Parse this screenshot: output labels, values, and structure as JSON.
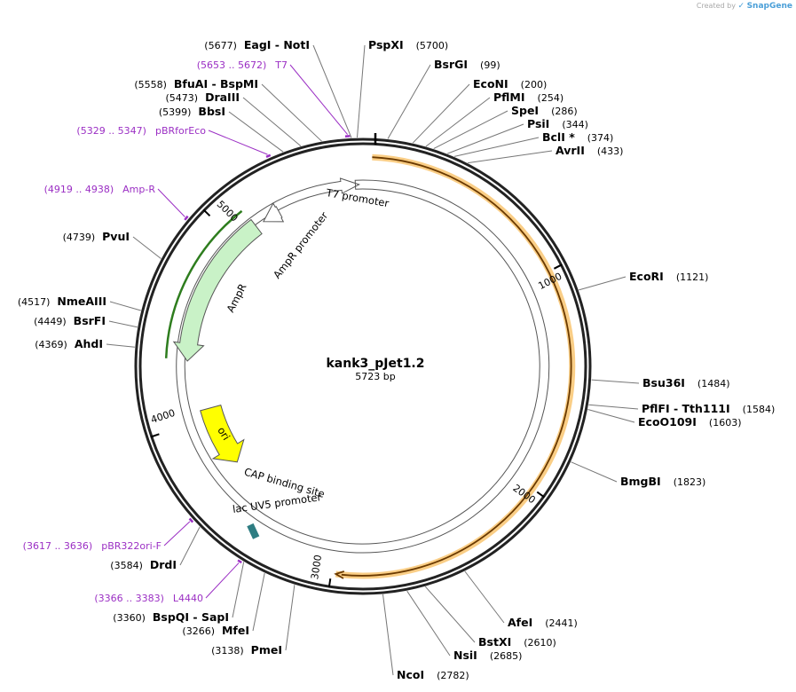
{
  "branding": {
    "prefix": "Created by",
    "name": "SnapGene"
  },
  "plasmid": {
    "name": "kank3_pJet1.2",
    "length_label": "5723 bp",
    "length": 5723
  },
  "colors": {
    "backbone": "#222222",
    "orange_feature": "#f5a623",
    "primer": "#9b2fc4",
    "ampr": "#c9f2c7",
    "ori": "#ffff00",
    "promoter": "#ffffff",
    "lac": "#2e7d82"
  },
  "ticks": [
    {
      "label": "1000",
      "pos": 1000
    },
    {
      "label": "2000",
      "pos": 2000
    },
    {
      "label": "3000",
      "pos": 3000
    },
    {
      "label": "4000",
      "pos": 4000
    },
    {
      "label": "5000",
      "pos": 5000
    }
  ],
  "enzymes": [
    {
      "pos": 5677,
      "name": "EagI",
      "name2": "NotI",
      "pos_label": "(5677)"
    },
    {
      "pos": 5700,
      "name": "PspXI",
      "pos_label": "(5700)"
    },
    {
      "pos": 99,
      "name": "BsrGI",
      "pos_label": "(99)"
    },
    {
      "pos": 200,
      "name": "EcoNI",
      "pos_label": "(200)"
    },
    {
      "pos": 254,
      "name": "PflMI",
      "pos_label": "(254)"
    },
    {
      "pos": 286,
      "name": "SpeI",
      "pos_label": "(286)"
    },
    {
      "pos": 344,
      "name": "PsiI",
      "pos_label": "(344)"
    },
    {
      "pos": 374,
      "name": "BclI *",
      "pos_label": "(374)"
    },
    {
      "pos": 433,
      "name": "AvrII",
      "pos_label": "(433)"
    },
    {
      "pos": 1121,
      "name": "EcoRI",
      "pos_label": "(1121)"
    },
    {
      "pos": 1484,
      "name": "Bsu36I",
      "pos_label": "(1484)"
    },
    {
      "pos": 1584,
      "name": "PflFI",
      "name2": "Tth111I",
      "pos_label": "(1584)"
    },
    {
      "pos": 1603,
      "name": "EcoO109I",
      "pos_label": "(1603)"
    },
    {
      "pos": 1823,
      "name": "BmgBI",
      "pos_label": "(1823)"
    },
    {
      "pos": 2441,
      "name": "AfeI",
      "pos_label": "(2441)"
    },
    {
      "pos": 2610,
      "name": "BstXI",
      "pos_label": "(2610)"
    },
    {
      "pos": 2685,
      "name": "NsiI",
      "pos_label": "(2685)"
    },
    {
      "pos": 2782,
      "name": "NcoI",
      "pos_label": "(2782)"
    },
    {
      "pos": 3138,
      "name": "PmeI",
      "pos_label": "(3138)"
    },
    {
      "pos": 3266,
      "name": "MfeI",
      "pos_label": "(3266)"
    },
    {
      "pos": 3360,
      "name": "BspQI",
      "name2": "SapI",
      "pos_label": "(3360)"
    },
    {
      "pos": 3584,
      "name": "DrdI",
      "pos_label": "(3584)"
    },
    {
      "pos": 4369,
      "name": "AhdI",
      "pos_label": "(4369)"
    },
    {
      "pos": 4449,
      "name": "BsrFI",
      "pos_label": "(4449)"
    },
    {
      "pos": 4517,
      "name": "NmeAIII",
      "pos_label": "(4517)"
    },
    {
      "pos": 4739,
      "name": "PvuI",
      "pos_label": "(4739)"
    },
    {
      "pos": 5399,
      "name": "BbsI",
      "pos_label": "(5399)"
    },
    {
      "pos": 5473,
      "name": "DraIII",
      "pos_label": "(5473)"
    },
    {
      "pos": 5558,
      "name": "BfuAI",
      "name2": "BspMI",
      "pos_label": "(5558)"
    }
  ],
  "primers": [
    {
      "start": 5653,
      "end": 5672,
      "range_label": "(5653 .. 5672)",
      "name": "T7"
    },
    {
      "start": 5329,
      "end": 5347,
      "range_label": "(5329 .. 5347)",
      "name": "pBRforEco"
    },
    {
      "start": 4919,
      "end": 4938,
      "range_label": "(4919 .. 4938)",
      "name": "Amp-R"
    },
    {
      "start": 3617,
      "end": 3636,
      "range_label": "(3617 .. 3636)",
      "name": "pBR322ori-F"
    },
    {
      "start": 3366,
      "end": 3383,
      "range_label": "(3366 .. 3383)",
      "name": "L4440"
    }
  ],
  "features": [
    {
      "name": "T7 promoter",
      "kind": "promoter",
      "start": 5685,
      "end": 5704
    },
    {
      "name": "AmpR promoter",
      "kind": "promoter",
      "start": 5175,
      "end": 5270
    },
    {
      "name": "AmpR",
      "kind": "cds",
      "start": 4320,
      "end": 5130
    },
    {
      "name": "ori",
      "kind": "origin",
      "start": 3700,
      "end": 4050
    },
    {
      "name": "CAP binding site",
      "kind": "site",
      "start": 3430,
      "end": 3450
    },
    {
      "name": "lac UV5 promoter",
      "kind": "promoter",
      "start": 3390,
      "end": 3420
    }
  ],
  "inserts": [
    {
      "start": 40,
      "end": 2980
    }
  ]
}
